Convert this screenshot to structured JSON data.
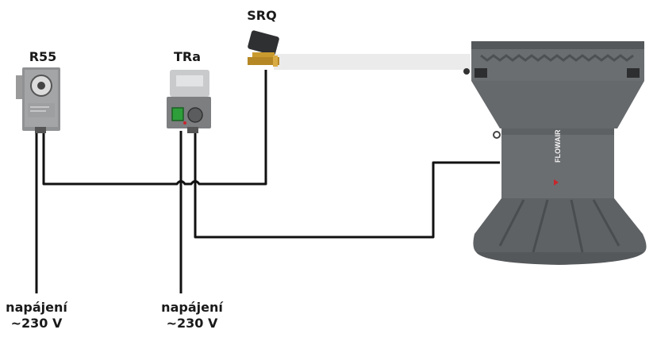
{
  "devices": {
    "r55": {
      "label": "R55"
    },
    "tra": {
      "label": "TRa"
    },
    "srq": {
      "label": "SRQ"
    },
    "unit": {
      "brand": "FLOWAIR"
    }
  },
  "power": {
    "left": {
      "line1": "napájení",
      "line2": "~230 V"
    },
    "right": {
      "line1": "napájení",
      "line2": "~230 V"
    }
  },
  "colors": {
    "wire": "#111111",
    "pipe": "#ebebeb",
    "unit_body": "#6b6e71",
    "unit_dark": "#55585b",
    "accent_red": "#c8262c",
    "switch_green": "#2e9e3a",
    "valve_brass": "#c99a2e"
  }
}
